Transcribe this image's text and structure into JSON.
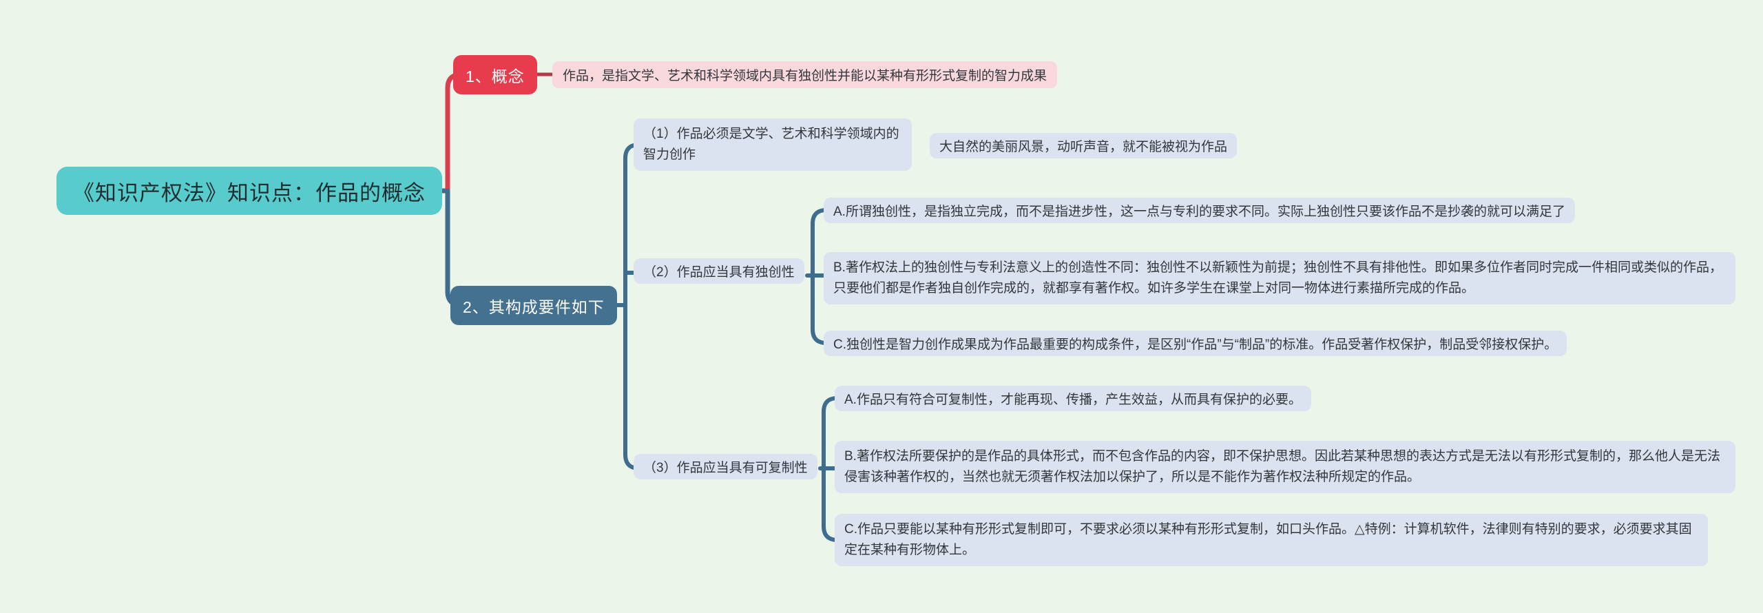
{
  "root": {
    "label": "《知识产权法》知识点：作品的概念"
  },
  "branch1": {
    "label": "1、概念",
    "child": "作品，是指文学、艺术和科学领域内具有独创性并能以某种有形形式复制的智力成果"
  },
  "branch2": {
    "label": "2、其构成要件如下",
    "children": [
      {
        "label": "（1）作品必须是文学、艺术和科学领域内的智力创作",
        "items": [
          "大自然的美丽风景，动听声音，就不能被视为作品"
        ]
      },
      {
        "label": "（2）作品应当具有独创性",
        "items": [
          "A.所谓独创性，是指独立完成，而不是指进步性，这一点与专利的要求不同。实际上独创性只要该作品不是抄袭的就可以满足了",
          "B.著作权法上的独创性与专利法意义上的创造性不同：独创性不以新颖性为前提；独创性不具有排他性。即如果多位作者同时完成一件相同或类似的作品，只要他们都是作者独自创作完成的，就都享有著作权。如许多学生在课堂上对同一物体进行素描所完成的作品。",
          "C.独创性是智力创作成果成为作品最重要的构成条件，是区别“作品”与“制品”的标准。作品受著作权保护，制品受邻接权保护。"
        ]
      },
      {
        "label": "（3）作品应当具有可复制性",
        "items": [
          "A.作品只有符合可复制性，才能再现、传播，产生效益，从而具有保护的必要。",
          "B.著作权法所要保护的是作品的具体形式，而不包含作品的内容，即不保护思想。因此若某种思想的表达方式是无法以有形形式复制的，那么他人是无法侵害该种著作权的，当然也就无须著作权法加以保护了，所以是不能作为著作权法种所规定的作品。",
          "C.作品只要能以某种有形形式复制即可，不要求必须以某种有形形式复制，如口头作品。△特例：计算机软件，法律则有特别的要求，必须要求其固定在某种有形物体上。"
        ]
      }
    ]
  },
  "colors": {
    "background": "#ebf5ea",
    "root_bg": "#58cbcd",
    "root_text": "#1f2f30",
    "branch1_bg": "#e73c4e",
    "branch1_child_bg": "#f9d8de",
    "branch2_bg": "#44718f",
    "branch_text": "#ffffff",
    "detail_bg": "#dbe3f0",
    "detail_text": "#33373c",
    "line_red": "#d8404f",
    "line_red_dark": "#b23a4a",
    "line_blue": "#3f6d90"
  }
}
